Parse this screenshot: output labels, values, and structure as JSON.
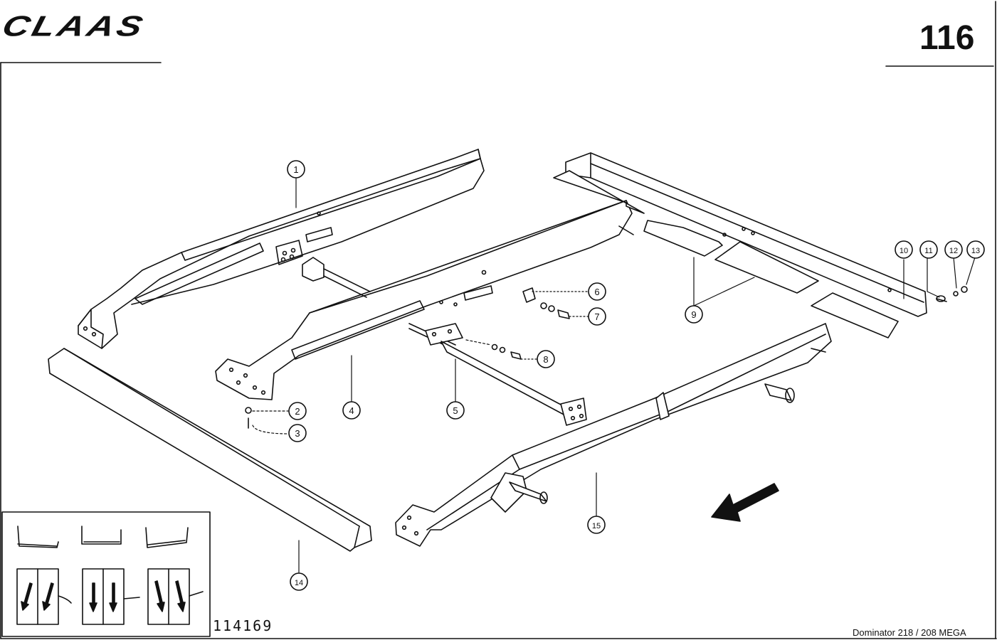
{
  "header": {
    "brand": "CLAAS",
    "page_number": "116"
  },
  "footer": {
    "reference_number": "114169",
    "model": "Dominator 218 / 208 MEGA"
  },
  "callouts": [
    "1",
    "2",
    "3",
    "4",
    "5",
    "6",
    "7",
    "8",
    "9",
    "10",
    "11",
    "12",
    "13",
    "14",
    "15"
  ]
}
